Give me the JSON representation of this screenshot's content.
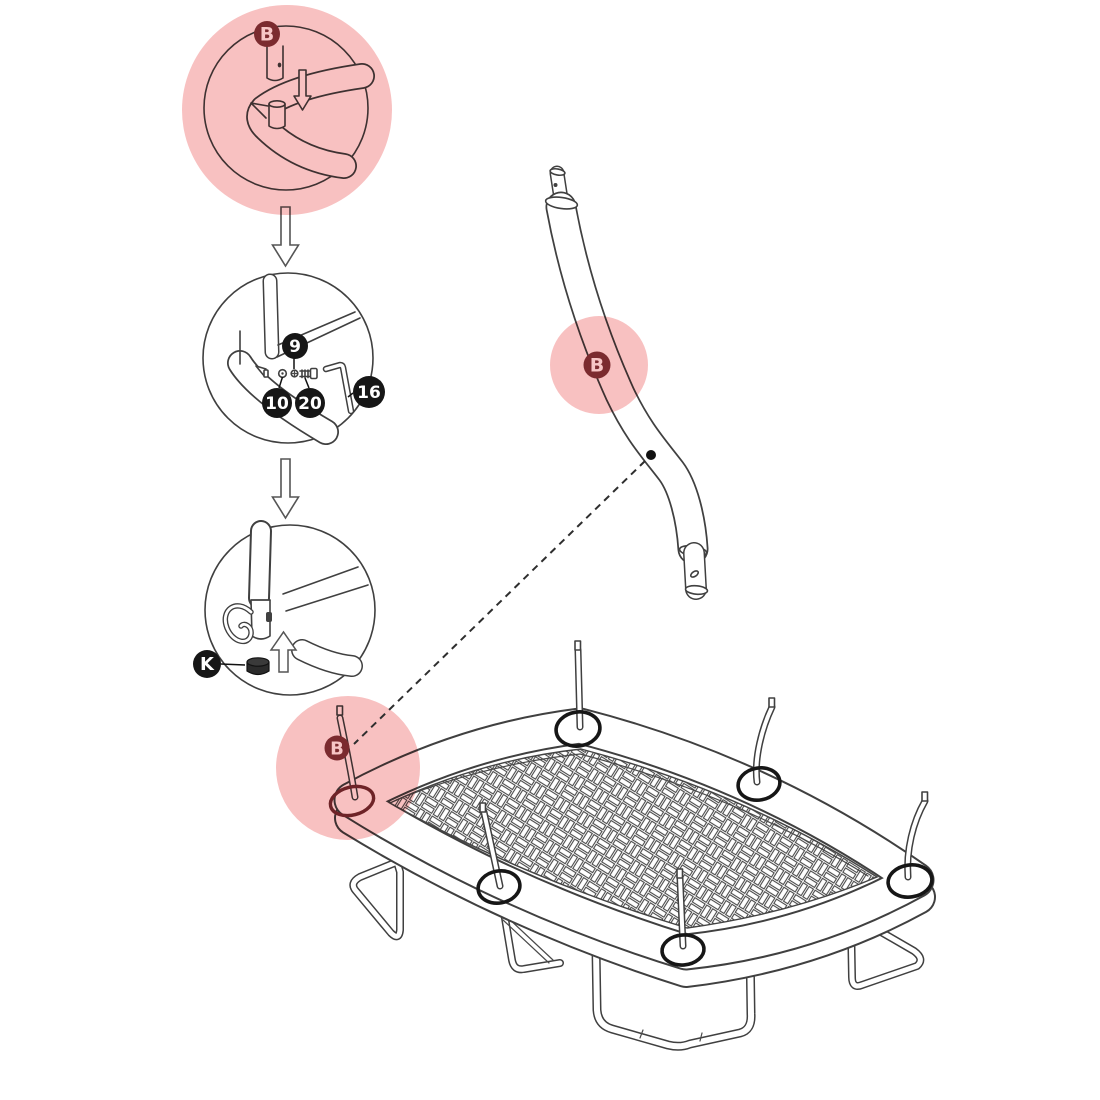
{
  "diagram": {
    "kind": "trampoline-assembly-instruction-step",
    "step_sequence": [
      "insert-pole-into-corner-socket",
      "fasten-with-hardware",
      "insert-end-cap"
    ]
  },
  "labels": {
    "pole_part": "B",
    "hardware_washer": "9",
    "hardware_bolt_left": "10",
    "hardware_bolt_right": "20",
    "tool_hex_key": "16",
    "end_cap": "K"
  },
  "colors": {
    "highlight_pink": "#f7b6b6",
    "highlight_pink_flat": "#f9c5c5",
    "badge_maroon": "#7b2b2f",
    "badge_black": "#161616",
    "badge_text_pink": "#f7c6c6",
    "badge_text_white": "#ffffff",
    "line": "#404040",
    "ellipse_black": "#161616",
    "ellipse_maroon": "#6e2327",
    "background": "#ffffff"
  }
}
